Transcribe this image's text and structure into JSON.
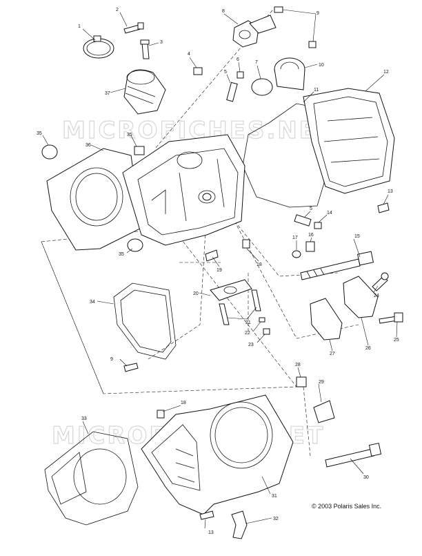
{
  "watermark": "MICROFICHES.NET",
  "copyright": "© 2003 Polaris Sales Inc.",
  "callouts": [
    "1",
    "2",
    "3",
    "4",
    "5",
    "5",
    "6",
    "7",
    "8",
    "9",
    "10",
    "11",
    "12",
    "13",
    "13",
    "14",
    "15",
    "16",
    "17",
    "18",
    "18",
    "19",
    "20",
    "21",
    "22",
    "23",
    "24",
    "25",
    "26",
    "27",
    "28",
    "29",
    "30",
    "31",
    "32",
    "33",
    "34",
    "35",
    "35",
    "35",
    "36",
    "37",
    "9"
  ]
}
